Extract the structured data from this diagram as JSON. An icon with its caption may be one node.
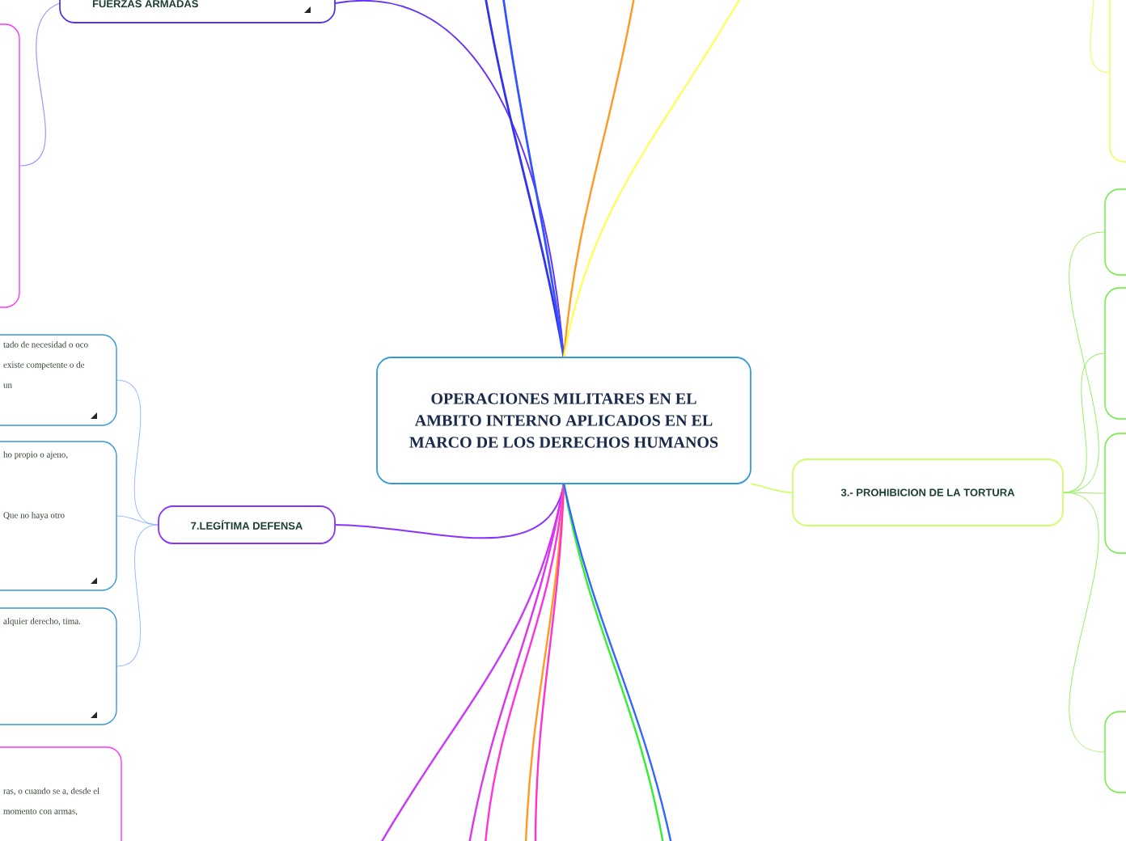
{
  "diagram": {
    "nodes": [
      {
        "text": [
          "OPERACIONES MILITARES EN EL AMBITO INTERNO APLICADOS EN EL MARCO DE LOS DERECHOS HUMANOS"
        ]
      },
      {
        "text": [
          "FUERZAS ARMADAS"
        ]
      },
      {
        "text": [],
        "shape": "box"
      },
      {
        "text": [
          "7.LEGÍTIMA DEFENSA"
        ]
      },
      {
        "text": [
          "tado de necesidad o oco existe competente o de un"
        ]
      },
      {
        "text": [
          "ho propio o ajeno,",
          "Que no haya otro"
        ]
      },
      {
        "text": [
          "alquier derecho, tima."
        ]
      },
      {
        "text": [
          "ras, o cuando se a, desde el momento con armas,"
        ]
      },
      {
        "text": [
          "3.- PROHIBICION DE LA TORTURA"
        ]
      },
      {
        "text": [],
        "shape": "box"
      },
      {
        "text": [],
        "shape": "box"
      },
      {
        "text": [],
        "shape": "box"
      },
      {
        "text": [],
        "shape": "box"
      },
      {
        "text": [],
        "shape": "box"
      }
    ],
    "edges": [
      {
        "from": 0,
        "to": 1,
        "arrow": "none",
        "color": "#6633ff"
      },
      {
        "from": 1,
        "to": 2,
        "arrow": "none",
        "color": "#9999ff"
      },
      {
        "from": 0,
        "to": 3,
        "arrow": "none",
        "color": "#8833ff"
      },
      {
        "from": 0,
        "to": 8,
        "arrow": "none",
        "color": "#ccff66"
      },
      {
        "from": 3,
        "to": 4,
        "arrow": "none",
        "color": "#99bbff"
      },
      {
        "from": 3,
        "to": 5,
        "arrow": "none",
        "color": "#99bbff"
      },
      {
        "from": 3,
        "to": 6,
        "arrow": "none",
        "color": "#99bbff"
      },
      {
        "from": 8,
        "to": 10,
        "arrow": "none",
        "color": "#99ee66"
      },
      {
        "from": 8,
        "to": 11,
        "arrow": "none",
        "color": "#99ee66"
      },
      {
        "from": 8,
        "to": 12,
        "arrow": "none",
        "color": "#99ee66"
      },
      {
        "from": 8,
        "to": 13,
        "arrow": "none",
        "color": "#99ee66"
      },
      {
        "from": null,
        "to": 9,
        "arrow": "none",
        "color": "#eeff66"
      },
      {
        "from": 0,
        "to": null,
        "arrow": "none",
        "color": "#3333ee"
      },
      {
        "from": 0,
        "to": null,
        "arrow": "none",
        "color": "#3355ff"
      },
      {
        "from": 0,
        "to": null,
        "arrow": "none",
        "color": "#ff9922"
      },
      {
        "from": 0,
        "to": null,
        "arrow": "none",
        "color": "#ffff44"
      },
      {
        "from": 0,
        "to": null,
        "arrow": "none",
        "color": "#cc33ff"
      },
      {
        "from": 0,
        "to": null,
        "arrow": "none",
        "color": "#dd33ee"
      },
      {
        "from": 0,
        "to": null,
        "arrow": "none",
        "color": "#ff33dd"
      },
      {
        "from": 0,
        "to": null,
        "arrow": "none",
        "color": "#ff9922"
      },
      {
        "from": 0,
        "to": null,
        "arrow": "none",
        "color": "#ff33cc"
      },
      {
        "from": 0,
        "to": null,
        "arrow": "none",
        "color": "#33ee33"
      },
      {
        "from": 0,
        "to": null,
        "arrow": "none",
        "color": "#3366ff"
      }
    ]
  }
}
